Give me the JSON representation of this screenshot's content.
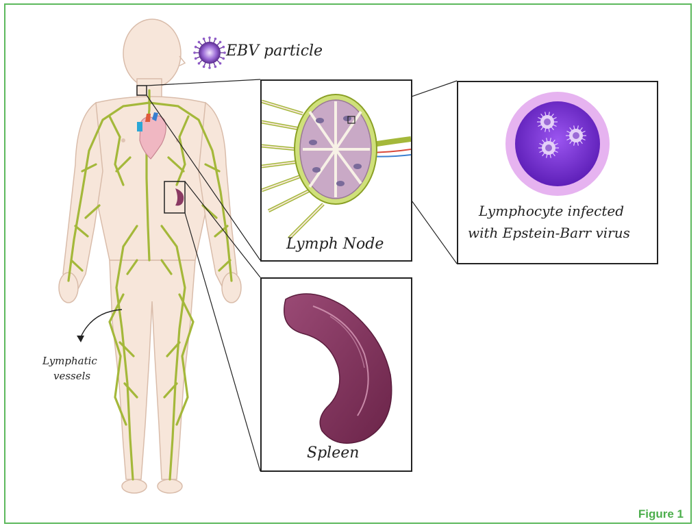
{
  "labels": {
    "ebv_particle": "EBV particle",
    "lymph_node": "Lymph Node",
    "lymphocyte_line1": "Lymphocyte infected",
    "lymphocyte_line2": "with Epstein-Barr virus",
    "spleen": "Spleen",
    "lymphatic_line1": "Lymphatic",
    "lymphatic_line2": "vessels"
  },
  "figure_label": "Figure 1",
  "colors": {
    "frame": "#5cb85c",
    "figure_label": "#4cae4c",
    "body_skin": "#f7e6da",
    "lymph_vessel": "#a4b83a",
    "spleen": "#7d2f56",
    "lymphocyte_outer": "#e6b3f0",
    "lymphocyte_nucleus": "#7a2fd0",
    "node_tissue": "#c9a9c6"
  }
}
